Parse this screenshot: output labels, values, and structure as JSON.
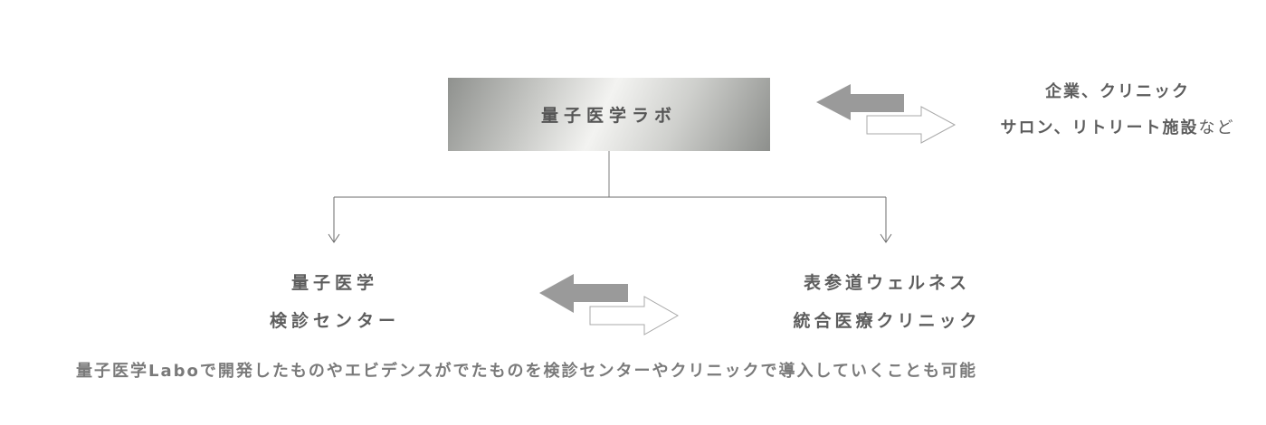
{
  "top_node": {
    "label": "量子医学ラボ"
  },
  "partners": {
    "line1": "企業、クリニック",
    "line2_bold": "サロン、リトリート施設",
    "line2_light": "など"
  },
  "left_node": {
    "line1": "量子医学",
    "line2": "検診センター"
  },
  "right_node": {
    "line1": "表参道ウェルネス",
    "line2": "統合医療クリニック"
  },
  "caption": "量子医学Laboで開発したものやエビデンスがでたものを検診センターやクリニックで導入していくことも可能",
  "colors": {
    "line": "#6b6b6b",
    "arrow_fill": "#9a9a9a",
    "arrow_outline": "#a8a8a8",
    "text": "#5d5d5d"
  }
}
